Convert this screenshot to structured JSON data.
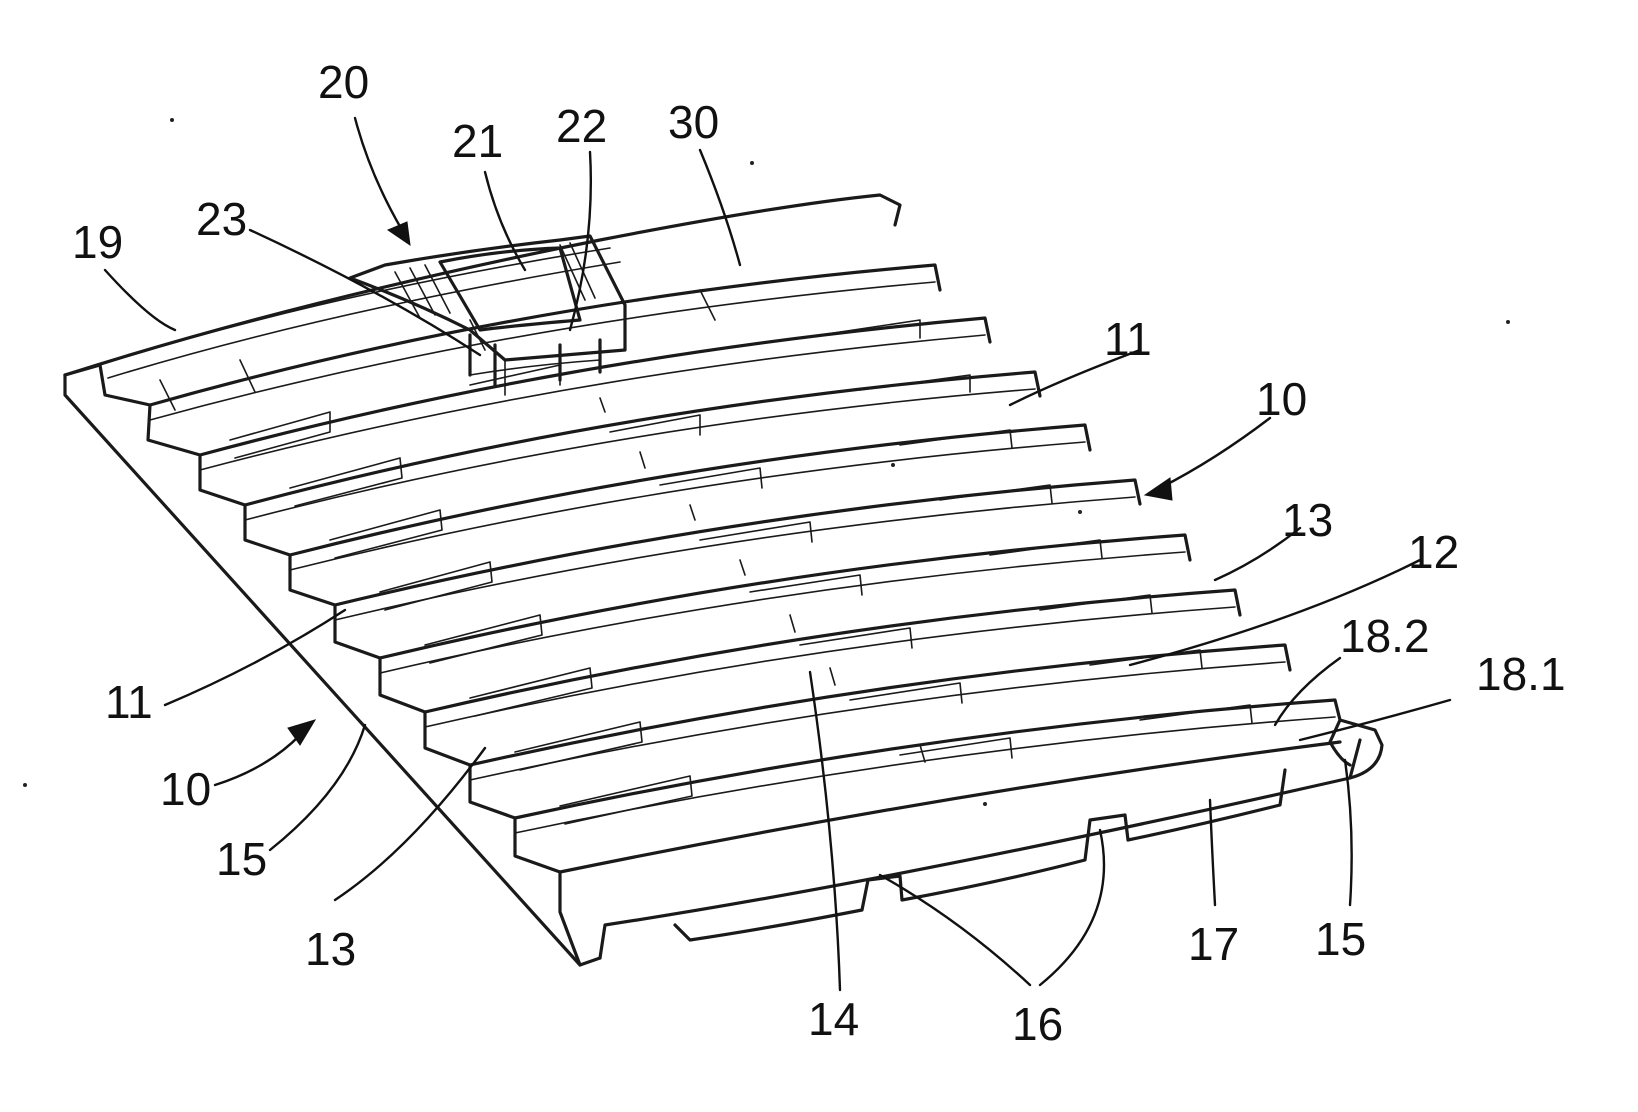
{
  "figure": {
    "labels": {
      "l20": "20",
      "l21": "21",
      "l22": "22",
      "l30": "30",
      "l23": "23",
      "l19": "19",
      "l11a": "11",
      "l10a": "10",
      "l13a": "13",
      "l12": "12",
      "l18_2": "18.2",
      "l18_1": "18.1",
      "l11b": "11",
      "l10b": "10",
      "l15a": "15",
      "l13b": "13",
      "l14": "14",
      "l16": "16",
      "l17": "17",
      "l15b": "15"
    },
    "ink_color": "#1a1a1a",
    "background_color": "#ffffff"
  }
}
